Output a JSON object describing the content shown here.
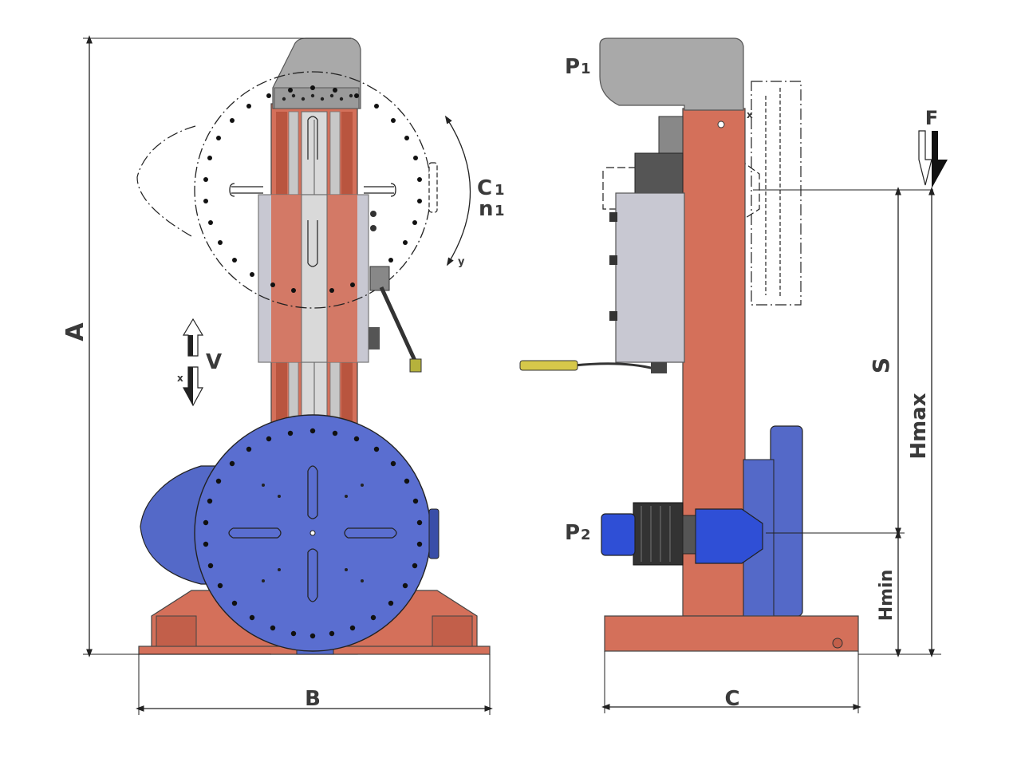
{
  "labels": {
    "A": "A",
    "B": "B",
    "C": "C",
    "C1": "C",
    "C1_sub": "1",
    "n1": "n",
    "n1_sub": "1",
    "V": "V",
    "x_small_left": "x",
    "y_small": "y",
    "x_small_right": "x",
    "P1": "P",
    "P1_sub": "1",
    "P2": "P",
    "P2_sub": "2",
    "F": "F",
    "S": "S",
    "Hmax": "Hmax",
    "Hmin": "Hmin"
  },
  "colors": {
    "column": "#d4705a",
    "column_dark": "#b9553f",
    "table_blue": "#5469c8",
    "table_blue_dark": "#3a4ea8",
    "motor_blue": "#2f4fd6",
    "gray_head": "#a9a9a9",
    "gray_box": "#c8c8d2",
    "rail": "#d9d9d9",
    "pendant": "#d6c84a"
  }
}
